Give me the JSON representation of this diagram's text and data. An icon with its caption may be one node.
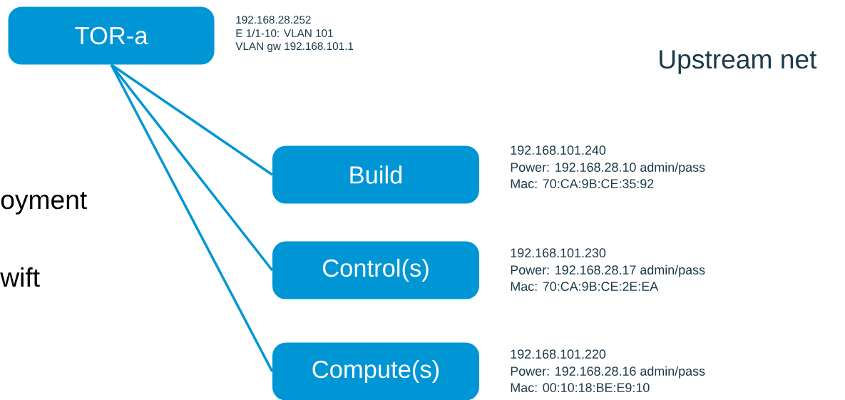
{
  "diagram": {
    "nodes": [
      {
        "text": [
          "TOR-a"
        ],
        "beside": [
          "192.168.28.252",
          "E 1/1-10: VLAN 101",
          "VLAN gw 192.168.101.1"
        ]
      },
      {
        "text": [
          "Build"
        ],
        "beside": [
          "192.168.101.240",
          "Power: 192.168.28.10 admin/pass",
          "Mac: 70:CA:9B:CE:35:92"
        ]
      },
      {
        "text": [
          "Control(s)"
        ],
        "beside": [
          "192.168.101.230",
          "Power: 192.168.28.17 admin/pass",
          "Mac: 70:CA:9B:CE:2E:EA"
        ]
      },
      {
        "text": [
          "Compute(s)"
        ],
        "beside": [
          "192.168.101.220",
          "Power: 192.168.28.16 admin/pass",
          "Mac: 00:10:18:BE:E9:10"
        ]
      }
    ],
    "edges": [
      {
        "from": 0,
        "to": 1,
        "arrow": "none"
      },
      {
        "from": 0,
        "to": 2,
        "arrow": "none"
      },
      {
        "from": 0,
        "to": 3,
        "arrow": "none"
      }
    ],
    "labels": [
      "Upstream net",
      "oyment",
      "wift"
    ]
  }
}
